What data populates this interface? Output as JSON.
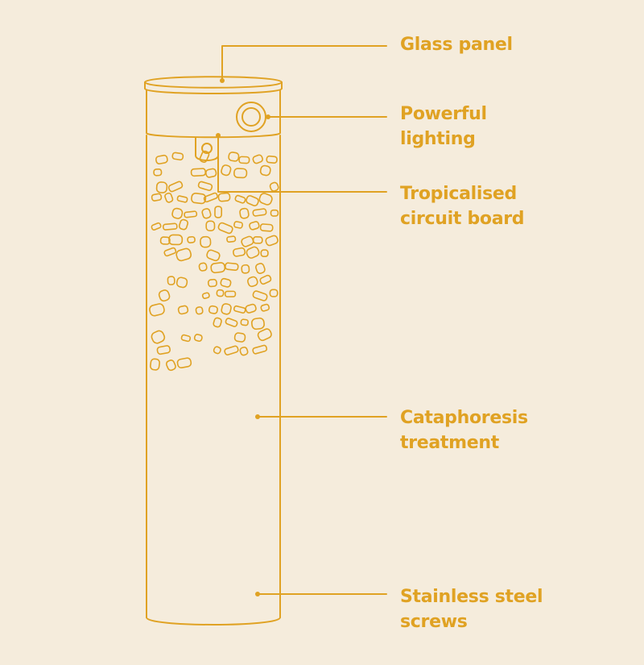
{
  "colors": {
    "background": "#f5ecdc",
    "accent": "#e0a223"
  },
  "callouts": {
    "glass_panel": {
      "lines": [
        "Glass panel"
      ]
    },
    "powerful_lighting": {
      "lines": [
        "Powerful",
        "lighting"
      ]
    },
    "circuit_board": {
      "lines": [
        "Tropicalised",
        "circuit board"
      ]
    },
    "cataphoresis": {
      "lines": [
        "Cataphoresis",
        "treatment"
      ]
    },
    "screws": {
      "lines": [
        "Stainless steel",
        "screws"
      ]
    }
  }
}
